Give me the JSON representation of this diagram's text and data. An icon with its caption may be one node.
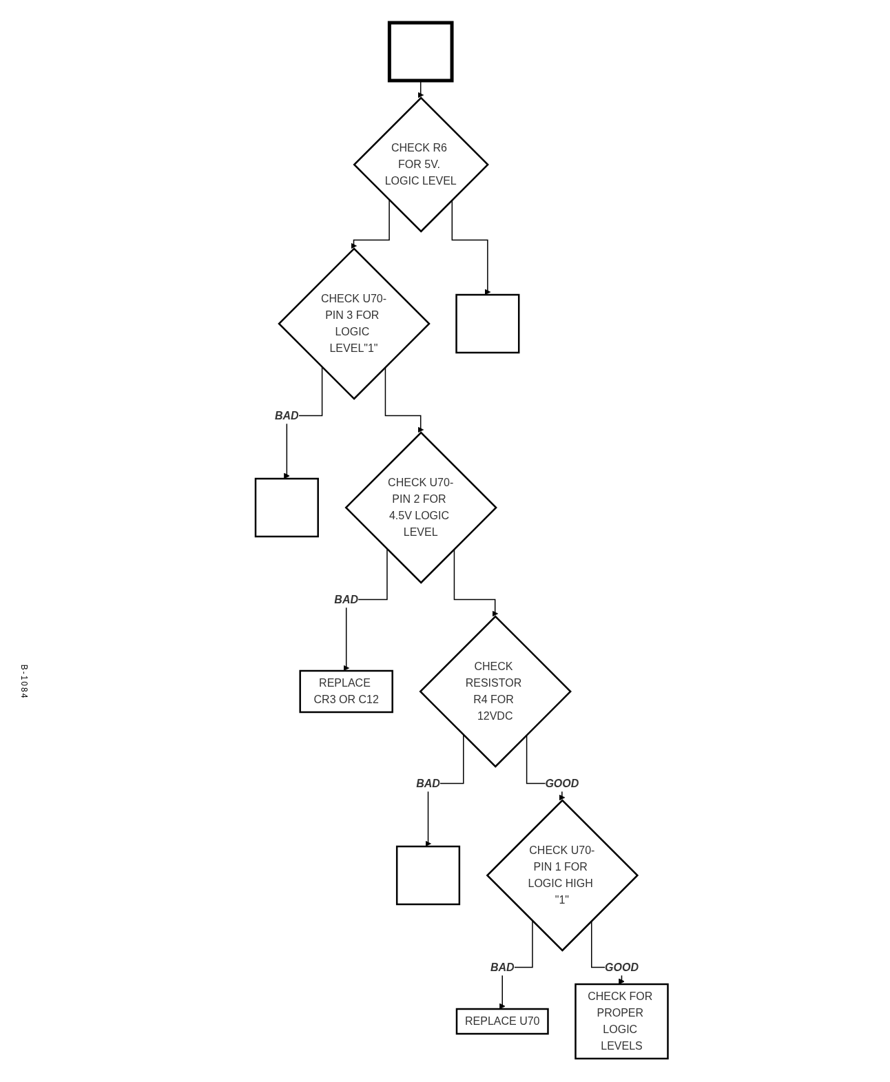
{
  "diagram": {
    "nodes": [
      {
        "text": [],
        "shape": "box"
      },
      {
        "text": [
          "CHECK R6 FOR 5V. LOGIC LEVEL"
        ]
      },
      {
        "text": [
          "CHECK U70-PIN 3 FOR LOGIC LEVEL\"1\""
        ]
      },
      {
        "text": [],
        "shape": "box"
      },
      {
        "text": [],
        "shape": "box"
      },
      {
        "text": [
          "CHECK U70-PIN 2 FOR 4.5V LOGIC LEVEL"
        ]
      },
      {
        "text": [
          "REPLACE CR3 OR C12"
        ]
      },
      {
        "text": [
          "CHECK RESISTOR R4 FOR 12VDC"
        ]
      },
      {
        "text": [],
        "shape": "box"
      },
      {
        "text": [
          "CHECK U70-PIN 1 FOR LOGIC HIGH \"1\""
        ]
      },
      {
        "text": [
          "REPLACE U70"
        ]
      },
      {
        "text": [
          "CHECK FOR PROPER LOGIC LEVELS"
        ]
      }
    ],
    "edges": [
      {
        "from": 0,
        "to": 1,
        "arrow": "to"
      },
      {
        "from": 1,
        "to": 2,
        "arrow": "to"
      },
      {
        "from": 1,
        "to": 3,
        "arrow": "to"
      },
      {
        "from": 2,
        "to": 4,
        "label": "BAD",
        "arrow": "to"
      },
      {
        "from": 2,
        "to": 5,
        "arrow": "to"
      },
      {
        "from": 5,
        "to": 6,
        "label": "BAD",
        "arrow": "to"
      },
      {
        "from": 5,
        "to": 7,
        "arrow": "to"
      },
      {
        "from": 7,
        "to": 9,
        "label": "GOOD",
        "arrow": "to"
      },
      {
        "from": 7,
        "to": 8,
        "label": "BAD",
        "arrow": "to"
      },
      {
        "from": 9,
        "to": 10,
        "label": "BAD",
        "arrow": "to"
      },
      {
        "from": 9,
        "to": 11,
        "label": "GOOD",
        "arrow": "to"
      }
    ],
    "labels": [
      "B-1084"
    ]
  }
}
